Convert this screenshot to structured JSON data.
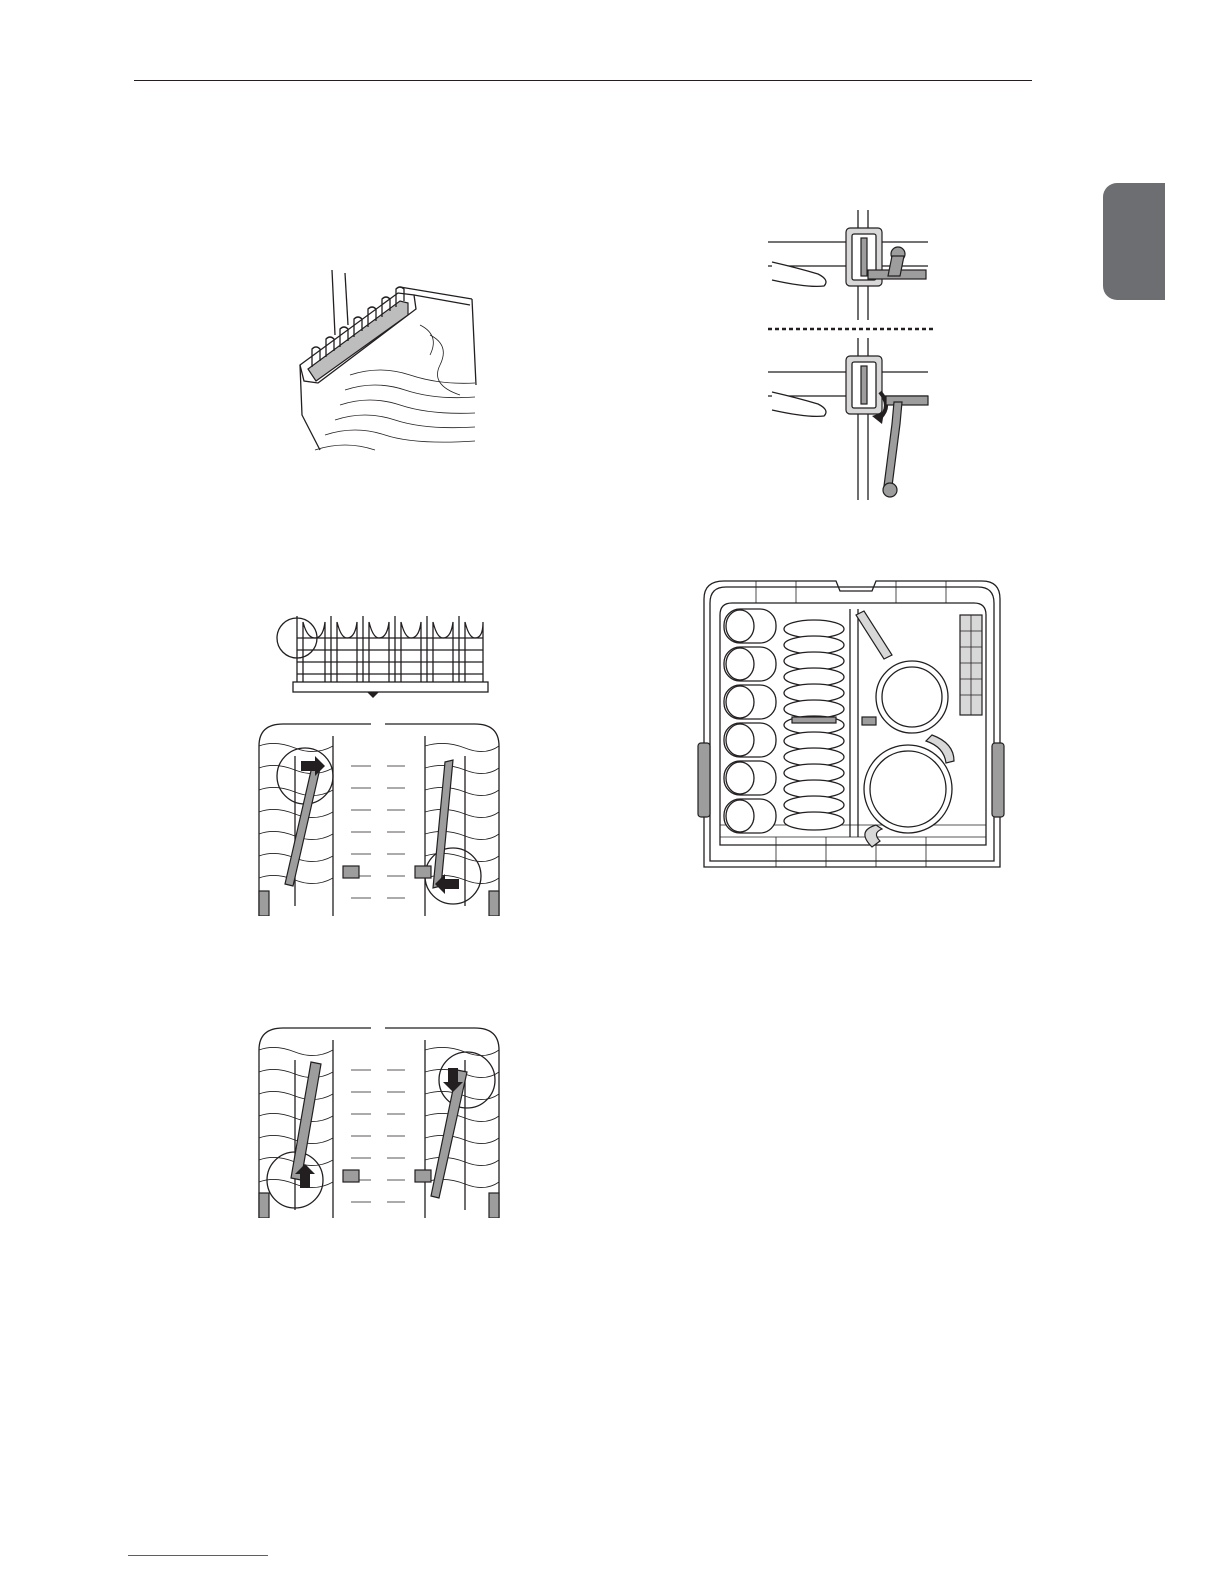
{
  "page": {
    "background": "#ffffff",
    "rule_color": "#231f20",
    "tab_color": "#6d6e71",
    "link_color": "#3b5bdb"
  },
  "figures": [
    {
      "id": "fig-tine-row",
      "icon": "folding-tine-row-illustration"
    },
    {
      "id": "fig-lever",
      "icon": "rack-lever-release-illustration"
    },
    {
      "id": "fig-tine-holder",
      "icon": "tine-holder-illustration"
    },
    {
      "id": "fig-loaded-rack",
      "icon": "loaded-lower-rack-illustration"
    },
    {
      "id": "fig-move-bar-1",
      "icon": "move-bar-step1-illustration"
    },
    {
      "id": "fig-move-bar-2",
      "icon": "move-bar-step2-illustration"
    }
  ]
}
